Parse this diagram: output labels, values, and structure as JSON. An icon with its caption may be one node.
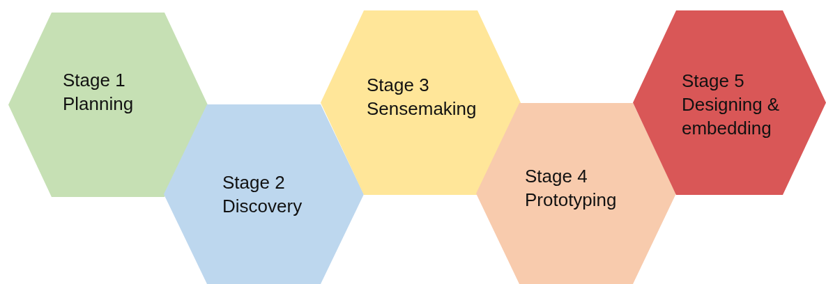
{
  "diagram": {
    "nodes": [
      {
        "text": [
          "Stage 1",
          "Planning"
        ]
      },
      {
        "text": [
          "Stage 2",
          "Discovery"
        ]
      },
      {
        "text": [
          "Stage 3",
          "Sensemaking"
        ]
      },
      {
        "text": [
          "Stage 4",
          "Prototyping"
        ]
      },
      {
        "text": [
          "Stage 5",
          "Designing & embedding"
        ]
      }
    ],
    "edges": []
  }
}
